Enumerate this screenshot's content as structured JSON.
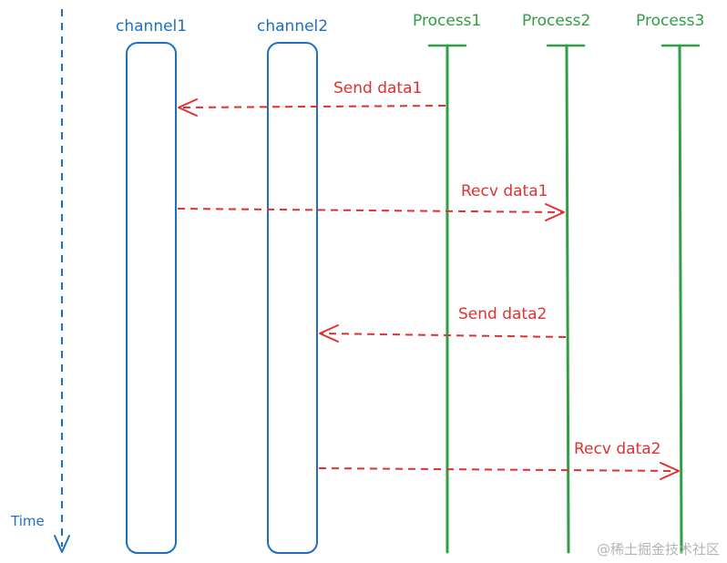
{
  "colors": {
    "channel": "#1e6fc0",
    "process": "#2f9e44",
    "message": "#e03131",
    "time_axis": "#1e6fc0",
    "watermark": "#b5b5b5"
  },
  "time_axis": {
    "label": "Time"
  },
  "channels": [
    {
      "label": "channel1"
    },
    {
      "label": "channel2"
    }
  ],
  "processes": [
    {
      "label": "Process1"
    },
    {
      "label": "Process2"
    },
    {
      "label": "Process3"
    }
  ],
  "messages": [
    {
      "label": "Send data1",
      "from": "Process1",
      "to": "channel1"
    },
    {
      "label": "Recv data1",
      "from": "channel1",
      "to": "Process2"
    },
    {
      "label": "Send data2",
      "from": "Process2",
      "to": "channel2"
    },
    {
      "label": "Recv data2",
      "from": "channel2",
      "to": "Process3"
    }
  ],
  "watermark": "@稀土掘金技术社区"
}
